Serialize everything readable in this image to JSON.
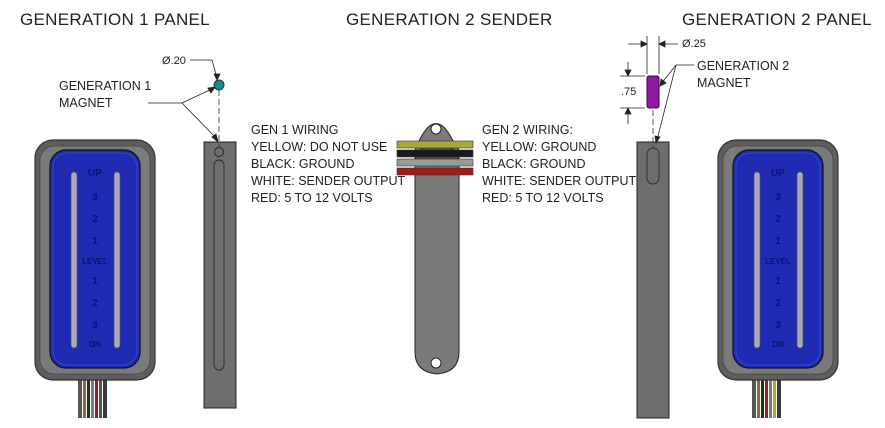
{
  "titles": {
    "gen1_panel": "GENERATION 1 PANEL",
    "gen2_sender": "GENERATION 2 SENDER",
    "gen2_panel": "GENERATION 2 PANEL"
  },
  "dimensions": {
    "gen1_magnet_dia": "Ø.20",
    "gen2_magnet_dia": "Ø.25",
    "gen2_magnet_len": ".75"
  },
  "callouts": {
    "gen1_magnet": [
      "GENERATION 1",
      "MAGNET"
    ],
    "gen2_magnet": [
      "GENERATION 2",
      "MAGNET"
    ]
  },
  "gen1_wiring": {
    "heading": "GEN 1 WIRING",
    "lines": [
      "YELLOW: DO NOT USE",
      "BLACK: GROUND",
      "WHITE: SENDER OUTPUT",
      "RED: 5 TO 12 VOLTS"
    ]
  },
  "gen2_wiring": {
    "heading": "GEN 2 WIRING:",
    "lines": [
      "YELLOW: GROUND",
      "BLACK: GROUND",
      "WHITE: SENDER OUTPUT",
      "RED: 5 TO 12 VOLTS"
    ]
  },
  "gauge": {
    "scale": [
      "3",
      "2",
      "1",
      "1",
      "2",
      "3"
    ],
    "top_mark": "UP",
    "mid_mark": "LEVEL",
    "bottom_mark": "DN"
  },
  "colors": {
    "panel_blue": "#1f2bb3",
    "bezel": "#5e5e5e",
    "tube": "#6e6e6e",
    "magnet_gen1": "#1c8a8a",
    "magnet_gen2": "#8c1aa3",
    "wire_yellow": "#a8a832",
    "wire_black": "#1a1a1a",
    "wire_white": "#9a9a9a",
    "wire_red": "#9e1b1b"
  }
}
